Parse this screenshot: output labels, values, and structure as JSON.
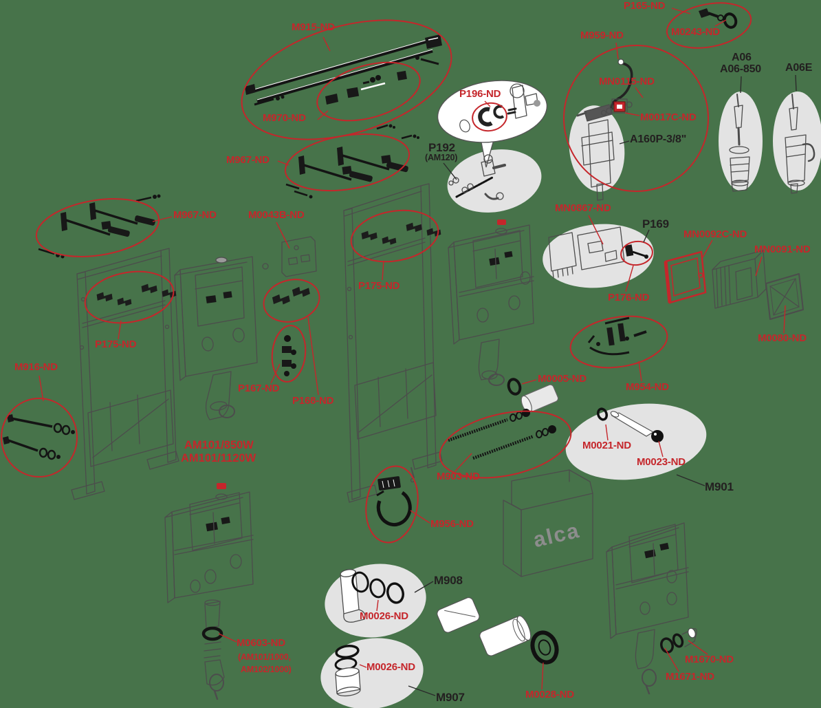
{
  "colors": {
    "background": "#47734a",
    "red": "#c5262b",
    "ink": "#231f20",
    "blob_gray": "#e3e3e3",
    "line": "#4c4c4c",
    "part_black": "#181818",
    "logo_gray": "#8d8d8d"
  },
  "brand": {
    "logo": "alca"
  },
  "labels": [
    {
      "id": "m915",
      "text": "M915-ND"
    },
    {
      "id": "m970",
      "text": "M970-ND"
    },
    {
      "id": "m967-top",
      "text": "M967-ND"
    },
    {
      "id": "p165",
      "text": "P165-ND"
    },
    {
      "id": "m0243",
      "text": "M0243-ND"
    },
    {
      "id": "m959",
      "text": "M959-ND"
    },
    {
      "id": "mn0115",
      "text": "MN0115-ND"
    },
    {
      "id": "m0017c",
      "text": "M0017C-ND"
    },
    {
      "id": "a160p",
      "text": "A160P-3/8\""
    },
    {
      "id": "a06",
      "text": "A06"
    },
    {
      "id": "a06-850",
      "text": "A06-850"
    },
    {
      "id": "a06e",
      "text": "A06E"
    },
    {
      "id": "p196",
      "text": "P196-ND"
    },
    {
      "id": "p192",
      "text": "P192"
    },
    {
      "id": "p192-sub",
      "text": "(AM120)"
    },
    {
      "id": "m967-left",
      "text": "M967-ND"
    },
    {
      "id": "m0043b",
      "text": "M0043B-ND"
    },
    {
      "id": "p175-left",
      "text": "P175-ND"
    },
    {
      "id": "p175-mid",
      "text": "P175-ND"
    },
    {
      "id": "m916",
      "text": "M916-ND"
    },
    {
      "id": "p167",
      "text": "P167-ND"
    },
    {
      "id": "p168",
      "text": "P168-ND"
    },
    {
      "id": "am101-850w",
      "text": "AM101/850W"
    },
    {
      "id": "am101-1120w",
      "text": "AM101/1120W"
    },
    {
      "id": "mn0867",
      "text": "MN0867-ND"
    },
    {
      "id": "p169",
      "text": "P169"
    },
    {
      "id": "mn0092c",
      "text": "MN0092C-ND"
    },
    {
      "id": "mn0091",
      "text": "MN0091-ND"
    },
    {
      "id": "p176",
      "text": "P176-ND"
    },
    {
      "id": "m0080",
      "text": "M0080-ND"
    },
    {
      "id": "m0005",
      "text": "M0005-ND"
    },
    {
      "id": "m954",
      "text": "M954-ND"
    },
    {
      "id": "m0021",
      "text": "M0021-ND"
    },
    {
      "id": "m0023",
      "text": "M0023-ND"
    },
    {
      "id": "m901",
      "text": "M901"
    },
    {
      "id": "m903",
      "text": "M903-ND"
    },
    {
      "id": "m956",
      "text": "M956-ND"
    },
    {
      "id": "m908",
      "text": "M908"
    },
    {
      "id": "m0026-a",
      "text": "M0026-ND"
    },
    {
      "id": "m907",
      "text": "M907"
    },
    {
      "id": "m0026-b",
      "text": "M0026-ND"
    },
    {
      "id": "m0028",
      "text": "M0028-ND"
    },
    {
      "id": "m0603",
      "text": "M0603-ND"
    },
    {
      "id": "m0603-sub1",
      "text": "(AM101/1000,"
    },
    {
      "id": "m0603-sub2",
      "text": "AM102/1000)"
    },
    {
      "id": "m1670",
      "text": "M1670-ND"
    },
    {
      "id": "m1671",
      "text": "M1671-ND"
    }
  ]
}
